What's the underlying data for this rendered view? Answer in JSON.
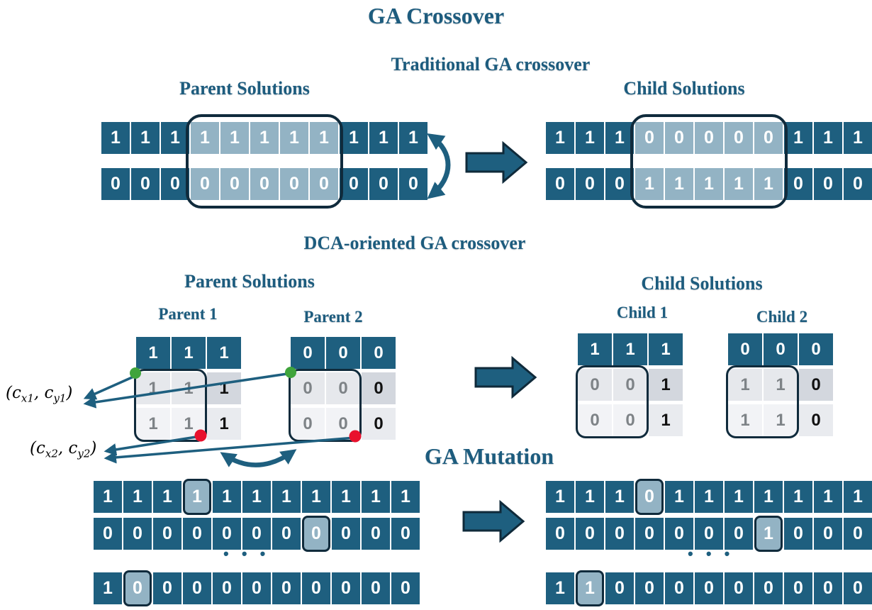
{
  "title": "GA Crossover",
  "traditional": {
    "subtitle": "Traditional GA crossover",
    "parent_label": "Parent Solutions",
    "child_label": "Child Solutions",
    "parent_rows": [
      {
        "bits": "11111111111",
        "highlight": [
          3,
          4,
          5,
          6,
          7
        ]
      },
      {
        "bits": "00000000000",
        "highlight": [
          3,
          4,
          5,
          6,
          7
        ]
      }
    ],
    "child_rows": [
      {
        "bits": "11100000111",
        "highlight": [
          3,
          4,
          5,
          6,
          7
        ]
      },
      {
        "bits": "00011111000",
        "highlight": [
          3,
          4,
          5,
          6,
          7
        ]
      }
    ]
  },
  "dca": {
    "subtitle": "DCA-oriented GA crossover",
    "parent_label": "Parent Solutions",
    "child_label": "Child Solutions",
    "coord1": "(c_{x1}, c_{y1})",
    "coord2": "(c_{x2}, c_{y2})",
    "parent1": {
      "label": "Parent 1",
      "header": [
        "1",
        "1",
        "1"
      ],
      "body": [
        [
          "1",
          "1",
          "1"
        ],
        [
          "1",
          "1",
          "1"
        ]
      ]
    },
    "parent2": {
      "label": "Parent 2",
      "header": [
        "0",
        "0",
        "0"
      ],
      "body": [
        [
          "0",
          "0",
          "0"
        ],
        [
          "0",
          "0",
          "0"
        ]
      ]
    },
    "child1": {
      "label": "Child 1",
      "header": [
        "1",
        "1",
        "1"
      ],
      "body": [
        [
          "0",
          "0",
          "1"
        ],
        [
          "0",
          "0",
          "1"
        ]
      ]
    },
    "child2": {
      "label": "Child 2",
      "header": [
        "0",
        "0",
        "0"
      ],
      "body": [
        [
          "1",
          "1",
          "0"
        ],
        [
          "1",
          "1",
          "0"
        ]
      ]
    }
  },
  "mutation": {
    "title": "GA Mutation",
    "ellipsis": "• • •",
    "before_rows": [
      {
        "bits": "11111111111",
        "highlight": [
          3
        ]
      },
      {
        "bits": "00000000000",
        "highlight": [
          7
        ]
      },
      {
        "bits": "10000000000",
        "highlight": [
          1
        ]
      }
    ],
    "after_rows": [
      {
        "bits": "11101111111",
        "highlight": [
          3
        ]
      },
      {
        "bits": "00000001000",
        "highlight": [
          7
        ]
      },
      {
        "bits": "11000000000",
        "highlight": [
          1
        ]
      }
    ]
  },
  "colors": {
    "cell_dark": "#1E5F7F",
    "cell_highlight": "#93B3C4",
    "outline_dark": "#102B3C",
    "heading_text": "#1D5C7E",
    "green_dot": "#3FA43C",
    "red_dot": "#E8112D"
  }
}
